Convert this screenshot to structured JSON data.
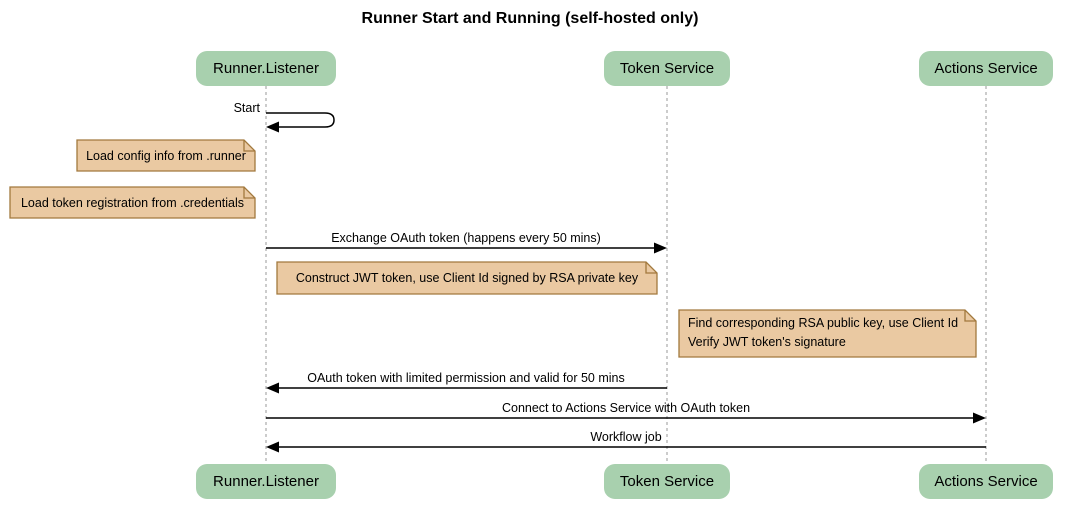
{
  "title": "Runner Start and Running (self-hosted only)",
  "participants": [
    {
      "name": "Runner.Listener"
    },
    {
      "name": "Token Service"
    },
    {
      "name": "Actions Service"
    }
  ],
  "messages": {
    "start": {
      "label": "Start",
      "from": "Runner.Listener",
      "to": "Runner.Listener"
    },
    "exchange_oauth": {
      "label": "Exchange OAuth token (happens every 50 mins)",
      "from": "Runner.Listener",
      "to": "Token Service"
    },
    "oauth_return": {
      "label": "OAuth token with limited permission and valid for 50 mins",
      "from": "Token Service",
      "to": "Runner.Listener"
    },
    "connect": {
      "label": "Connect to Actions Service with OAuth token",
      "from": "Runner.Listener",
      "to": "Actions Service"
    },
    "workflow_job": {
      "label": "Workflow job",
      "from": "Actions Service",
      "to": "Runner.Listener"
    }
  },
  "notes": {
    "load_config": {
      "text": "Load config info from .runner",
      "position": "left of Runner.Listener"
    },
    "load_credentials": {
      "text": "Load token registration from .credentials",
      "position": "left of Runner.Listener"
    },
    "construct_jwt": {
      "text": "Construct JWT token, use Client Id signed by RSA private key",
      "position": "between Runner.Listener and Token Service"
    },
    "verify_jwt": {
      "lines": [
        "Find corresponding RSA public key, use Client Id",
        "Verify JWT token's signature"
      ],
      "position": "between Token Service and Actions Service"
    }
  },
  "colors": {
    "background": "#ffffff",
    "actor_fill": "#a8d0ae",
    "note_fill": "#eac9a2",
    "note_border": "#a2793e",
    "lifeline": "#999999",
    "message_line": "#000000",
    "text": "#000000"
  }
}
